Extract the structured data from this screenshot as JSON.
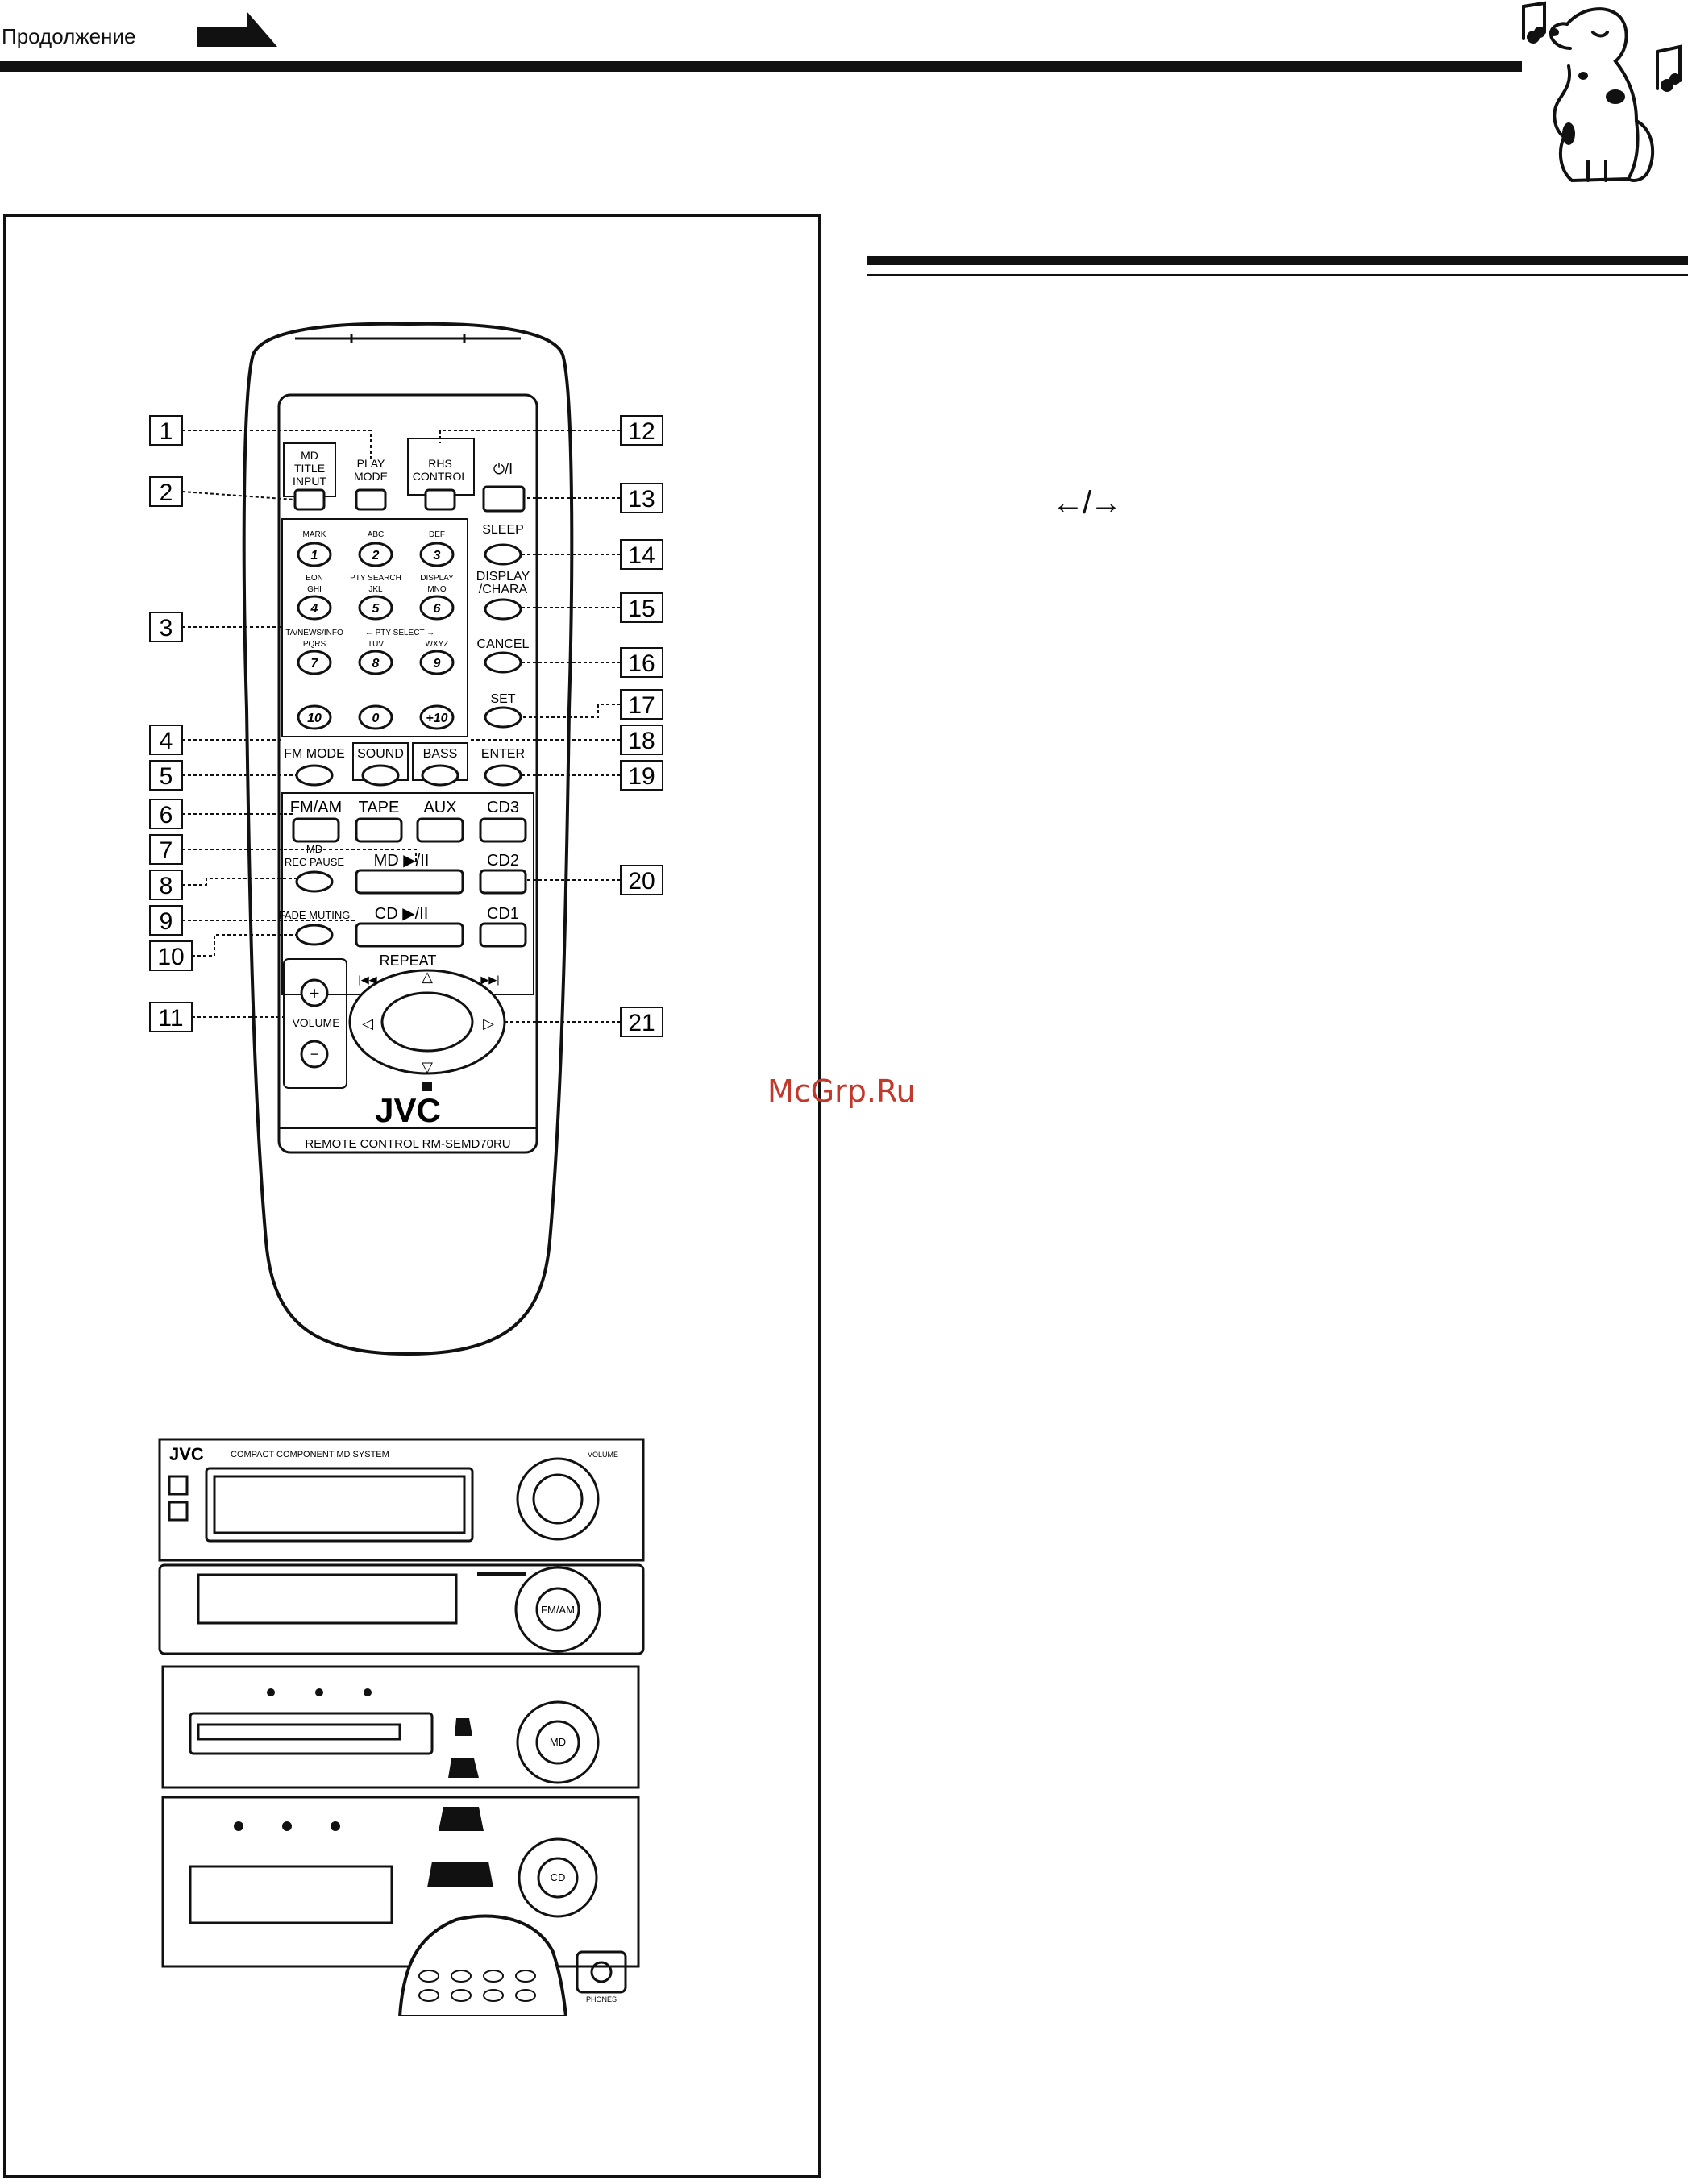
{
  "header": {
    "continued_label": "Продолжение"
  },
  "watermark": "McGrp.Ru",
  "skip_symbol": "←/→",
  "remote": {
    "callouts": [
      "1",
      "2",
      "3",
      "4",
      "5",
      "6",
      "7",
      "8",
      "9",
      "10",
      "11",
      "12",
      "13",
      "14",
      "15",
      "16",
      "17",
      "18",
      "19",
      "20",
      "21"
    ],
    "labels": {
      "md_title_input": [
        "MD",
        "TITLE",
        "INPUT"
      ],
      "play_mode": [
        "PLAY",
        "MODE"
      ],
      "rhs_control": [
        "RHS",
        "CONTROL"
      ],
      "power": "⏻/I",
      "sleep": "SLEEP",
      "display_chara": [
        "DISPLAY",
        "/CHARA"
      ],
      "cancel": "CANCEL",
      "set": "SET",
      "enter": "ENTER",
      "fm_mode": "FM MODE",
      "sound": "SOUND",
      "bass": "BASS",
      "fmam": "FM/AM",
      "tape": "TAPE",
      "aux": "AUX",
      "cd3": "CD3",
      "cd2": "CD2",
      "cd1": "CD1",
      "md_rec_pause": [
        "MD",
        "REC PAUSE"
      ],
      "md_play": "MD ▶/II",
      "fade_muting": "FADE MUTING",
      "cd_play": "CD ▶/II",
      "repeat": "REPEAT",
      "volume": "VOLUME",
      "brand": "JVC",
      "model": "REMOTE CONTROL  RM-SEMD70RU"
    },
    "sub_labels": [
      "MARK",
      "ABC",
      "DEF",
      "EON",
      "PTY SEARCH",
      "DISPLAY",
      "GHI",
      "JKL",
      "MNO",
      "TA/NEWS/INFO",
      "← PTY SELECT →",
      "PQRS",
      "TUV",
      "WXYZ"
    ],
    "keypad": [
      "1",
      "2",
      "3",
      "4",
      "5",
      "6",
      "7",
      "8",
      "9",
      "10",
      "0",
      "+10"
    ]
  },
  "unit": {
    "brand": "JVC",
    "title": "COMPACT COMPONENT MD SYSTEM",
    "volume_label": "VOLUME",
    "fmam_label": "FM/AM",
    "md_label": "MD",
    "cd_label": "CD",
    "phones_label": "PHONES"
  }
}
